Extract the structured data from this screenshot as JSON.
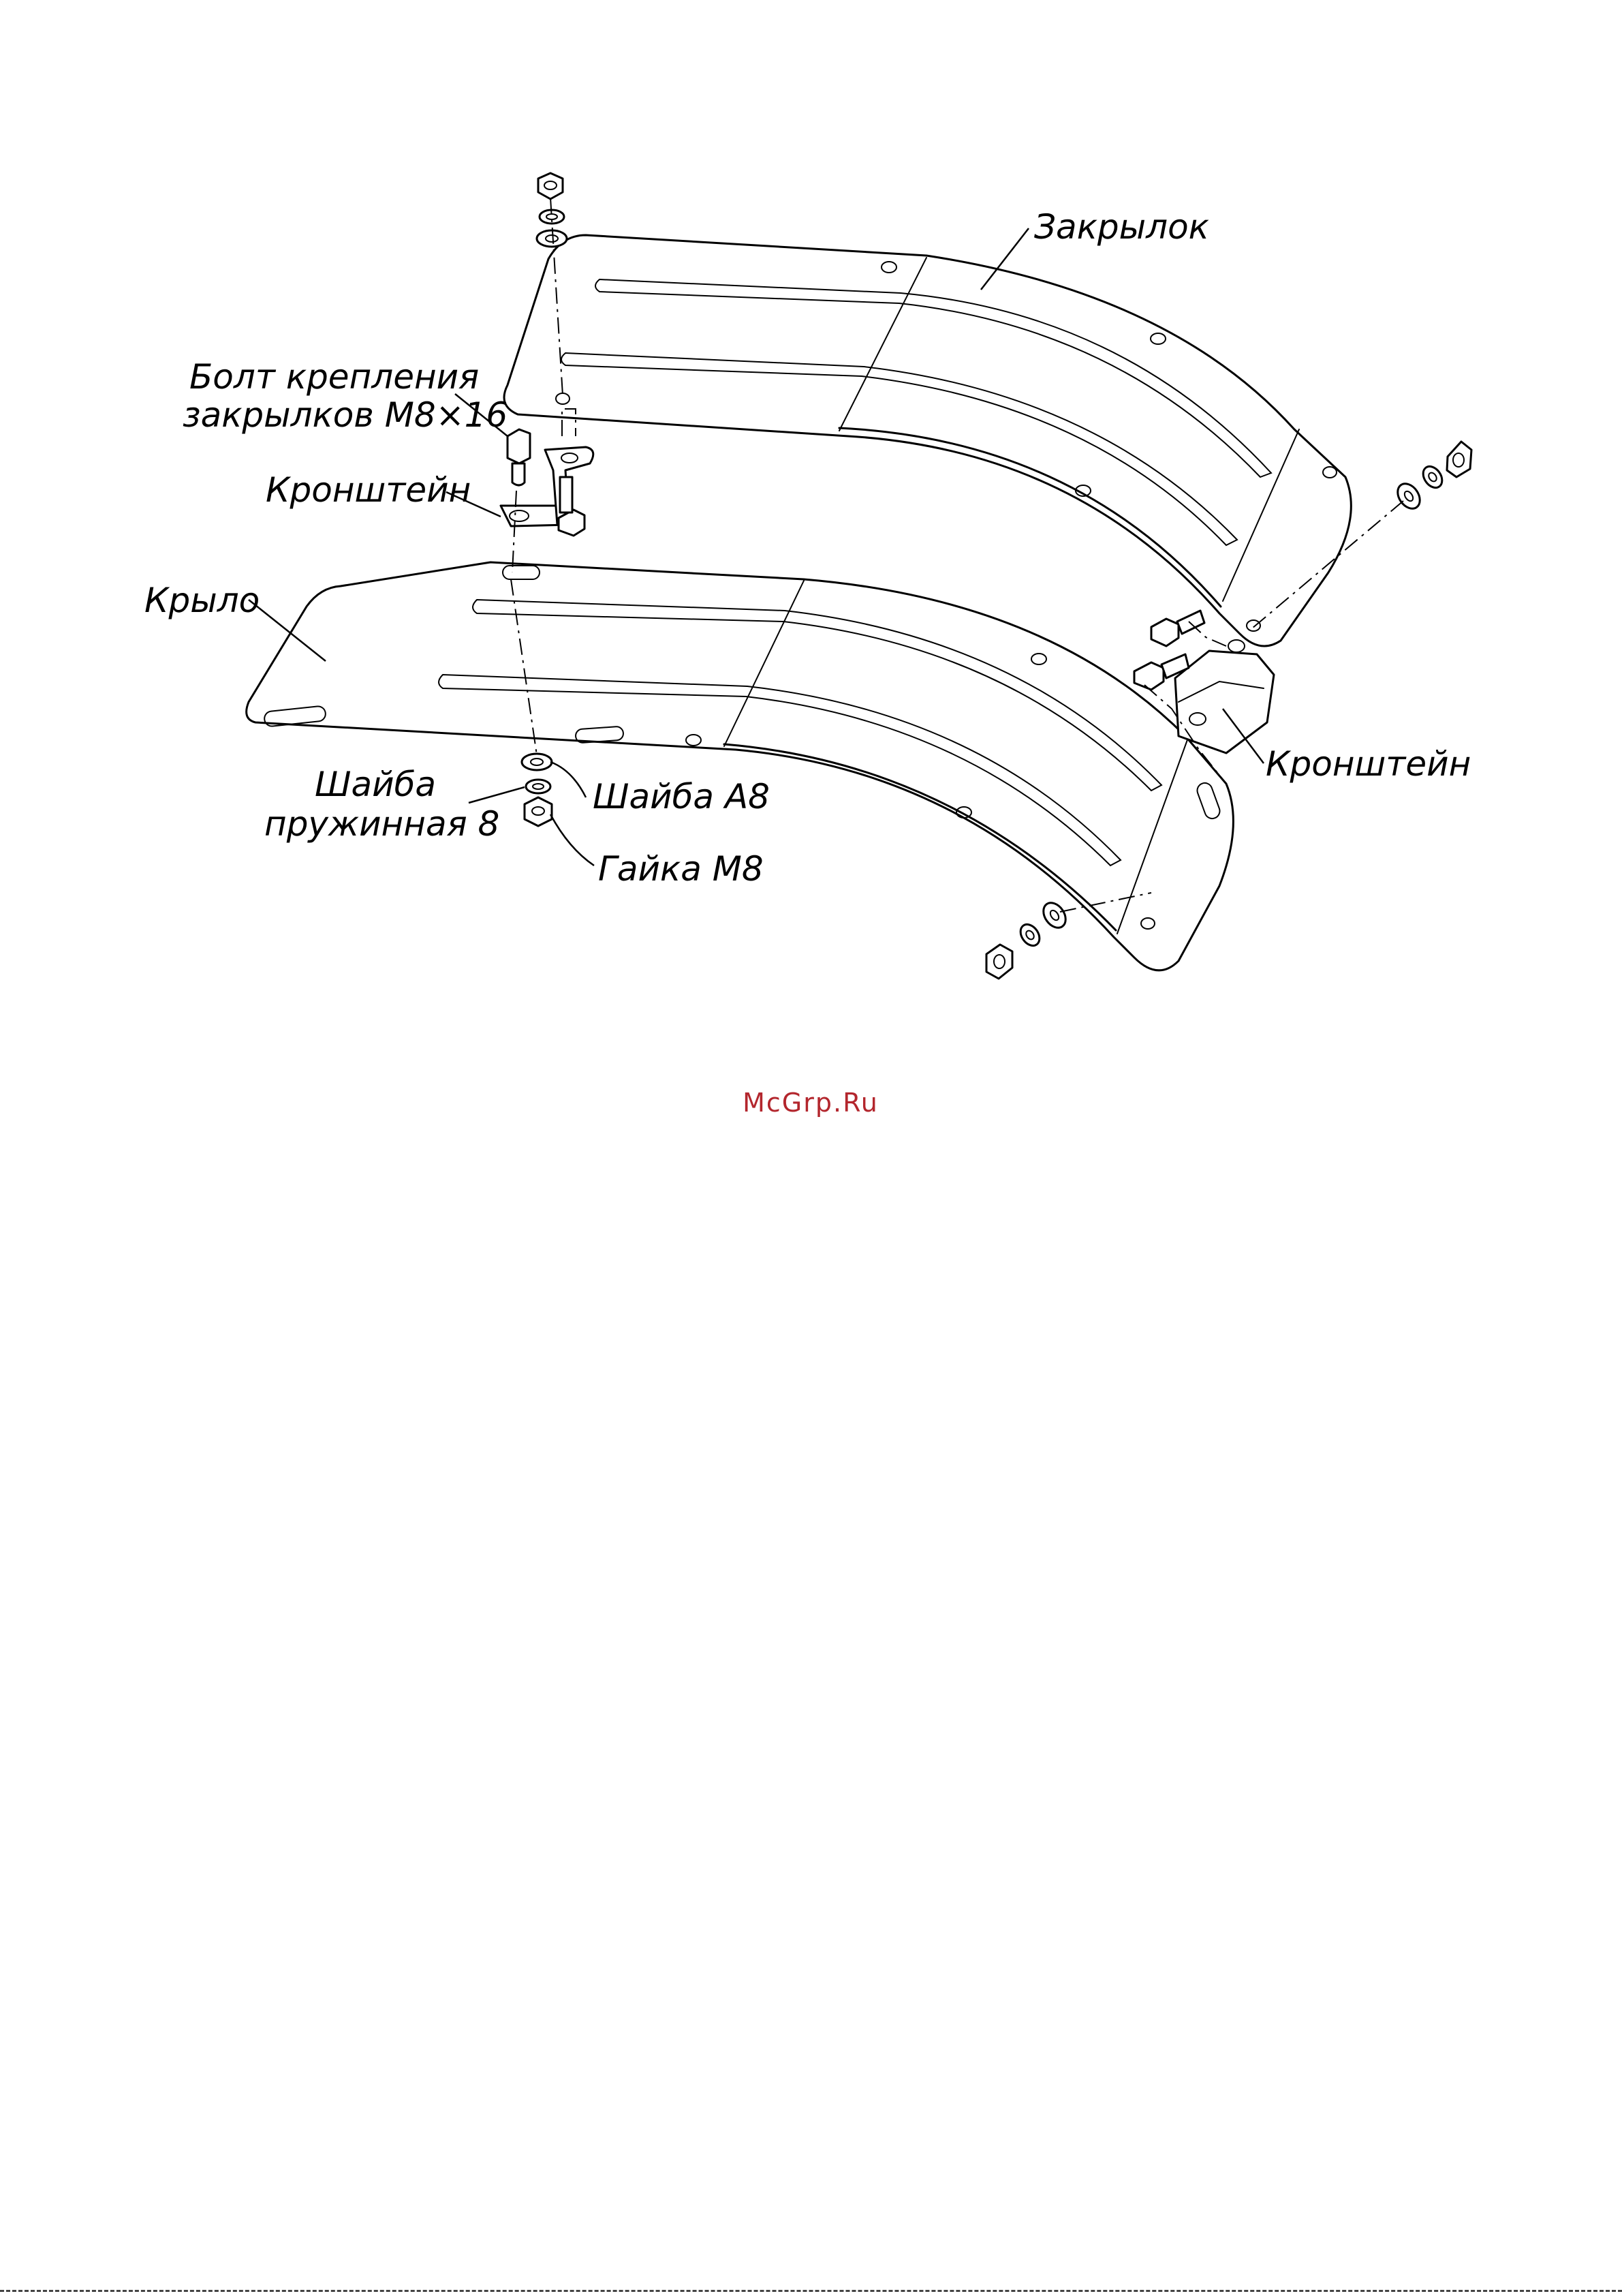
{
  "labels": {
    "flap": "Закрылок",
    "bolt_line1": "Болт крепления",
    "bolt_line2": "закрылков М8×16",
    "bracket_left": "Кронштейн",
    "fender": "Крыло",
    "spring_washer_line1": "Шайба",
    "spring_washer_line2": "пружинная 8",
    "washer": "Шайба А8",
    "nut": "Гайка М8",
    "bracket_right": "Кронштейн"
  },
  "watermark": {
    "text": "McGrp.Ru",
    "color": "#b3262d"
  },
  "colors": {
    "line": "#000000",
    "background": "#ffffff"
  }
}
